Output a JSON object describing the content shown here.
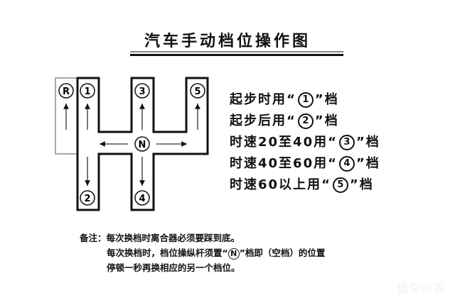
{
  "title": "汽车手动档位操作图",
  "gears": {
    "R": "R",
    "g1": "1",
    "g2": "2",
    "g3": "3",
    "g4": "4",
    "g5": "5",
    "N": "N"
  },
  "legend": [
    {
      "prefix": "起步时用",
      "open": "“",
      "gear": "1",
      "close": "”",
      "suffix": "档"
    },
    {
      "prefix": "起步后用",
      "open": "“",
      "gear": "2",
      "close": "”",
      "suffix": "档"
    },
    {
      "prefix": "时速20至40用",
      "open": "“",
      "gear": "3",
      "close": "”",
      "suffix": "档"
    },
    {
      "prefix": "时速40至60用",
      "open": "“",
      "gear": "4",
      "close": "”",
      "suffix": "档"
    },
    {
      "prefix": "时速60以上用",
      "open": "“",
      "gear": "5",
      "close": "”",
      "suffix": "档"
    }
  ],
  "notes": {
    "label": "备注：",
    "line1": "每次换档时离合器必须要踩到底。",
    "line2_pre": "每次换档时，档位操纵杆须置“",
    "line2_gear": "N",
    "line2_post": "”档即（空档）的位置",
    "line3": "停顿一秒再换相应的另一个档位。"
  },
  "watermark": "悟空问答"
}
